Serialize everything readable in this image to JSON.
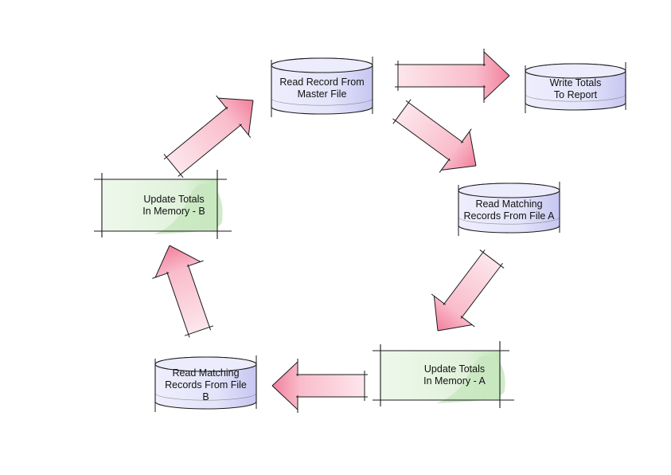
{
  "diagram": {
    "title": "",
    "nodes": [
      {
        "id": "read_master",
        "type": "cylinder",
        "label_lines": [
          "Read Record From",
          "Master File"
        ]
      },
      {
        "id": "write_report",
        "type": "cylinder",
        "label_lines": [
          "Write Totals",
          "To Report"
        ]
      },
      {
        "id": "read_file_a",
        "type": "cylinder",
        "label_lines": [
          "Read Matching",
          "Records From File A"
        ]
      },
      {
        "id": "update_a",
        "type": "process",
        "label_lines": [
          "Update Totals",
          "In Memory - A"
        ]
      },
      {
        "id": "read_file_b",
        "type": "cylinder",
        "label_lines": [
          "Read Matching",
          "Records From File",
          "B"
        ]
      },
      {
        "id": "update_b",
        "type": "process",
        "label_lines": [
          "Update Totals",
          "In Memory - B"
        ]
      }
    ],
    "edges": [
      {
        "from": "read_master",
        "to": "write_report"
      },
      {
        "from": "read_master",
        "to": "read_file_a"
      },
      {
        "from": "read_file_a",
        "to": "update_a"
      },
      {
        "from": "update_a",
        "to": "read_file_b"
      },
      {
        "from": "read_file_b",
        "to": "update_b"
      },
      {
        "from": "update_b",
        "to": "read_master"
      }
    ],
    "colors": {
      "cylinder_fill": "#e6e6fb",
      "cylinder_shade": "#c3c3f0",
      "process_fill": "#e8f5e4",
      "process_shade": "#bfe3b6",
      "arrow_light": "#fde3ea",
      "arrow_dark": "#f27f9c",
      "stroke": "#1a1a1a"
    }
  }
}
